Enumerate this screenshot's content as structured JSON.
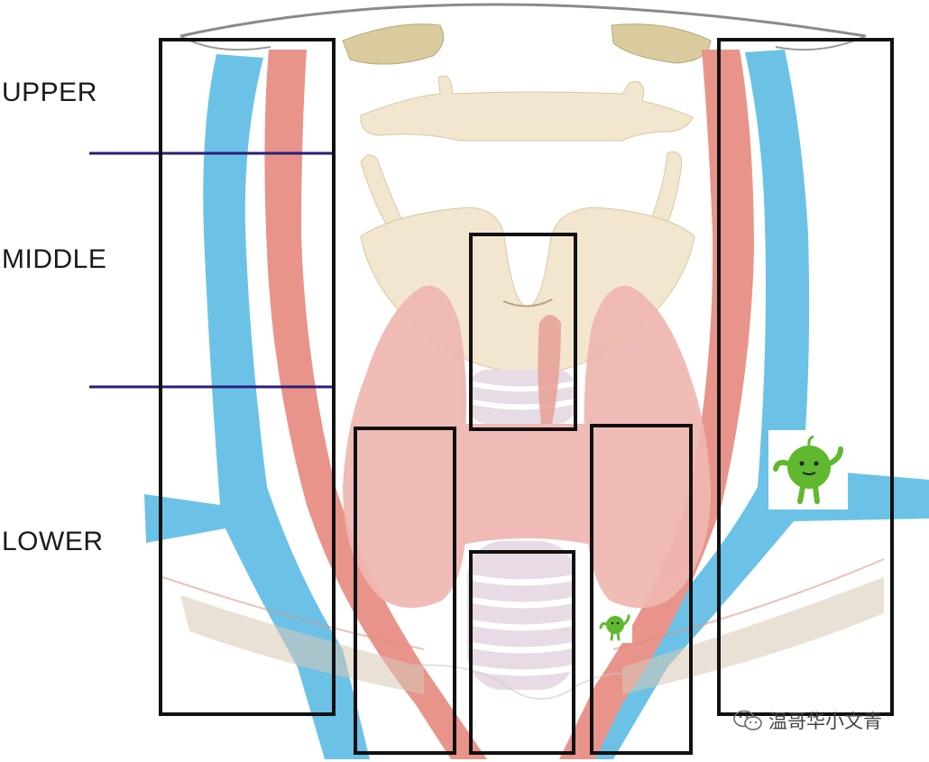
{
  "levels": {
    "upper": "UPPER",
    "middle": "MIDDLE",
    "lower": "LOWER"
  },
  "watermark": {
    "text": "温哥华小文青",
    "icon": "wechat-icon"
  },
  "colors": {
    "vein": "#6cc2e6",
    "artery": "#e8948a",
    "thyroid": "#efb6b0",
    "cartilage": "#f3e6cf",
    "mandible": "#d9cb9e",
    "box_outline": "#111111",
    "divider": "#2b1e7a",
    "sticker_green": "#5fb82e"
  }
}
